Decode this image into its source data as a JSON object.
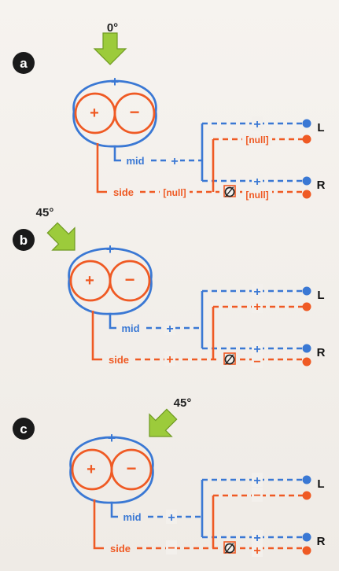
{
  "panels": [
    {
      "letter": "a",
      "angle": "0°",
      "mic": {
        "top": "+",
        "left": "+",
        "right": "−"
      },
      "mid": {
        "label": "mid",
        "sign": "+"
      },
      "side": {
        "label": "side",
        "sign": "[null]"
      },
      "outputs": {
        "L": {
          "label": "L",
          "mid_sign": "+",
          "side_sign": "[null]"
        },
        "R": {
          "label": "R",
          "mid_sign": "+",
          "side_sign": "[null]"
        }
      }
    },
    {
      "letter": "b",
      "angle": "45°",
      "mic": {
        "top": "+",
        "left": "+",
        "right": "−"
      },
      "mid": {
        "label": "mid",
        "sign": "+"
      },
      "side": {
        "label": "side",
        "sign": "+"
      },
      "outputs": {
        "L": {
          "label": "L",
          "mid_sign": "+",
          "side_sign": "+"
        },
        "R": {
          "label": "R",
          "mid_sign": "+",
          "side_sign": "−"
        }
      }
    },
    {
      "letter": "c",
      "angle": "45°",
      "mic": {
        "top": "+",
        "left": "+",
        "right": "−"
      },
      "mid": {
        "label": "mid",
        "sign": "+"
      },
      "side": {
        "label": "side",
        "sign": "−"
      },
      "outputs": {
        "L": {
          "label": "L",
          "mid_sign": "+",
          "side_sign": "−"
        },
        "R": {
          "label": "R",
          "mid_sign": "+",
          "side_sign": "+"
        }
      }
    }
  ],
  "phase_invert_symbol": "∅",
  "colors": {
    "mid": "#3a78d4",
    "side": "#ef5a24",
    "arrow": "#9ccb3b",
    "badge": "#1a1a1a"
  }
}
